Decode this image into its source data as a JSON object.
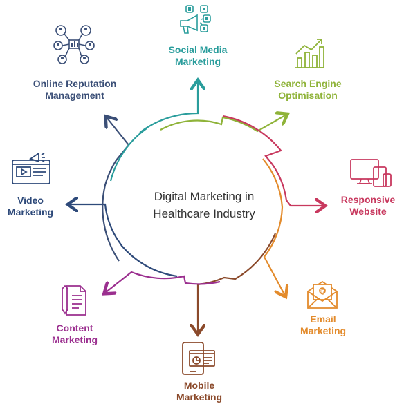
{
  "center": {
    "line1": "Digital Marketing in",
    "line2": "Healthcare Industry"
  },
  "nodes": [
    {
      "id": "social",
      "line1": "Social Media",
      "line2": "Marketing",
      "color": "#2a9d9c",
      "icon": "megaphone-social-icon"
    },
    {
      "id": "seo",
      "line1": "Search Engine",
      "line2": "Optimisation",
      "color": "#8fb339",
      "icon": "growth-chart-icon"
    },
    {
      "id": "web",
      "line1": "Responsive",
      "line2": "Website",
      "color": "#c8385e",
      "icon": "devices-icon"
    },
    {
      "id": "email",
      "line1": "Email",
      "line2": "Marketing",
      "color": "#e38b2c",
      "icon": "envelope-icon"
    },
    {
      "id": "mobile",
      "line1": "Mobile",
      "line2": "Marketing",
      "color": "#8b4a2b",
      "icon": "mobile-phone-icon"
    },
    {
      "id": "content",
      "line1": "Content",
      "line2": "Marketing",
      "color": "#9b2f8f",
      "icon": "document-icon"
    },
    {
      "id": "video",
      "line1": "Video",
      "line2": "Marketing",
      "color": "#2e4a7a",
      "icon": "video-player-icon"
    },
    {
      "id": "orm",
      "line1": "Online Reputation",
      "line2": "Management",
      "color": "#3b4f77",
      "icon": "network-people-icon"
    }
  ]
}
